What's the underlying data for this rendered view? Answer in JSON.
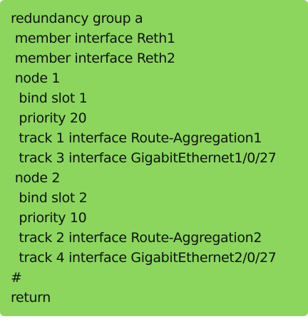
{
  "panel": {
    "background": "#8cd65e",
    "text_color": "#111111",
    "lines": [
      "redundancy group a",
      " member interface Reth1",
      " member interface Reth2",
      " node 1",
      "  bind slot 1",
      "  priority 20",
      "  track 1 interface Route-Aggregation1",
      "  track 3 interface GigabitEthernet1/0/27",
      " node 2",
      "  bind slot 2",
      "  priority 10",
      "  track 2 interface Route-Aggregation2",
      "  track 4 interface GigabitEthernet2/0/27",
      "#",
      "return"
    ]
  }
}
